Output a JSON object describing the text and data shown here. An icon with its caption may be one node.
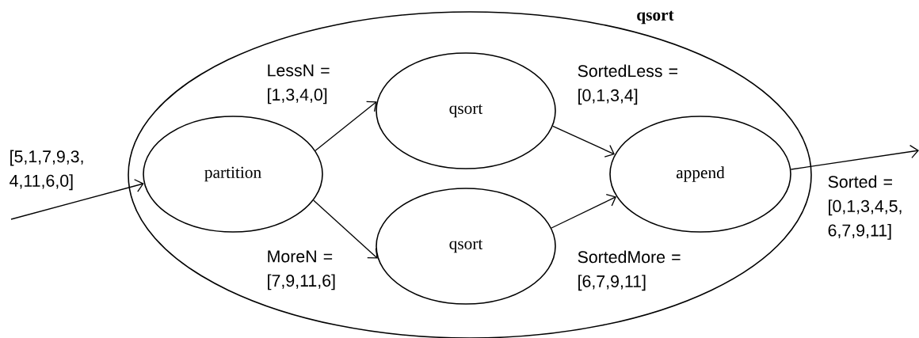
{
  "diagram": {
    "nodes": [
      {
        "text": [
          "qsort"
        ]
      },
      {
        "text": [
          "partition"
        ],
        "in": 0
      },
      {
        "text": [
          "qsort"
        ],
        "in": 0
      },
      {
        "text": [
          "qsort"
        ],
        "in": 0
      },
      {
        "text": [
          "append"
        ],
        "in": 0
      }
    ],
    "edges": [
      {
        "from": null,
        "to": 1,
        "arrow": "to",
        "label": "[5,1,7,9,3, 4,11,6,0]"
      },
      {
        "from": 1,
        "to": 2,
        "arrow": "to",
        "label": "LessN = [1,3,4,0]"
      },
      {
        "from": 1,
        "to": 3,
        "arrow": "to",
        "label": "MoreN = [7,9,11,6]"
      },
      {
        "from": 2,
        "to": 4,
        "arrow": "to",
        "label": "SortedLess = [0,1,3,4]"
      },
      {
        "from": 3,
        "to": 4,
        "arrow": "to",
        "label": "SortedMore = [6,7,9,11]"
      },
      {
        "from": 4,
        "to": null,
        "arrow": "to",
        "label": "Sorted = [0,1,3,4,5, 6,7,9,11]"
      }
    ]
  }
}
